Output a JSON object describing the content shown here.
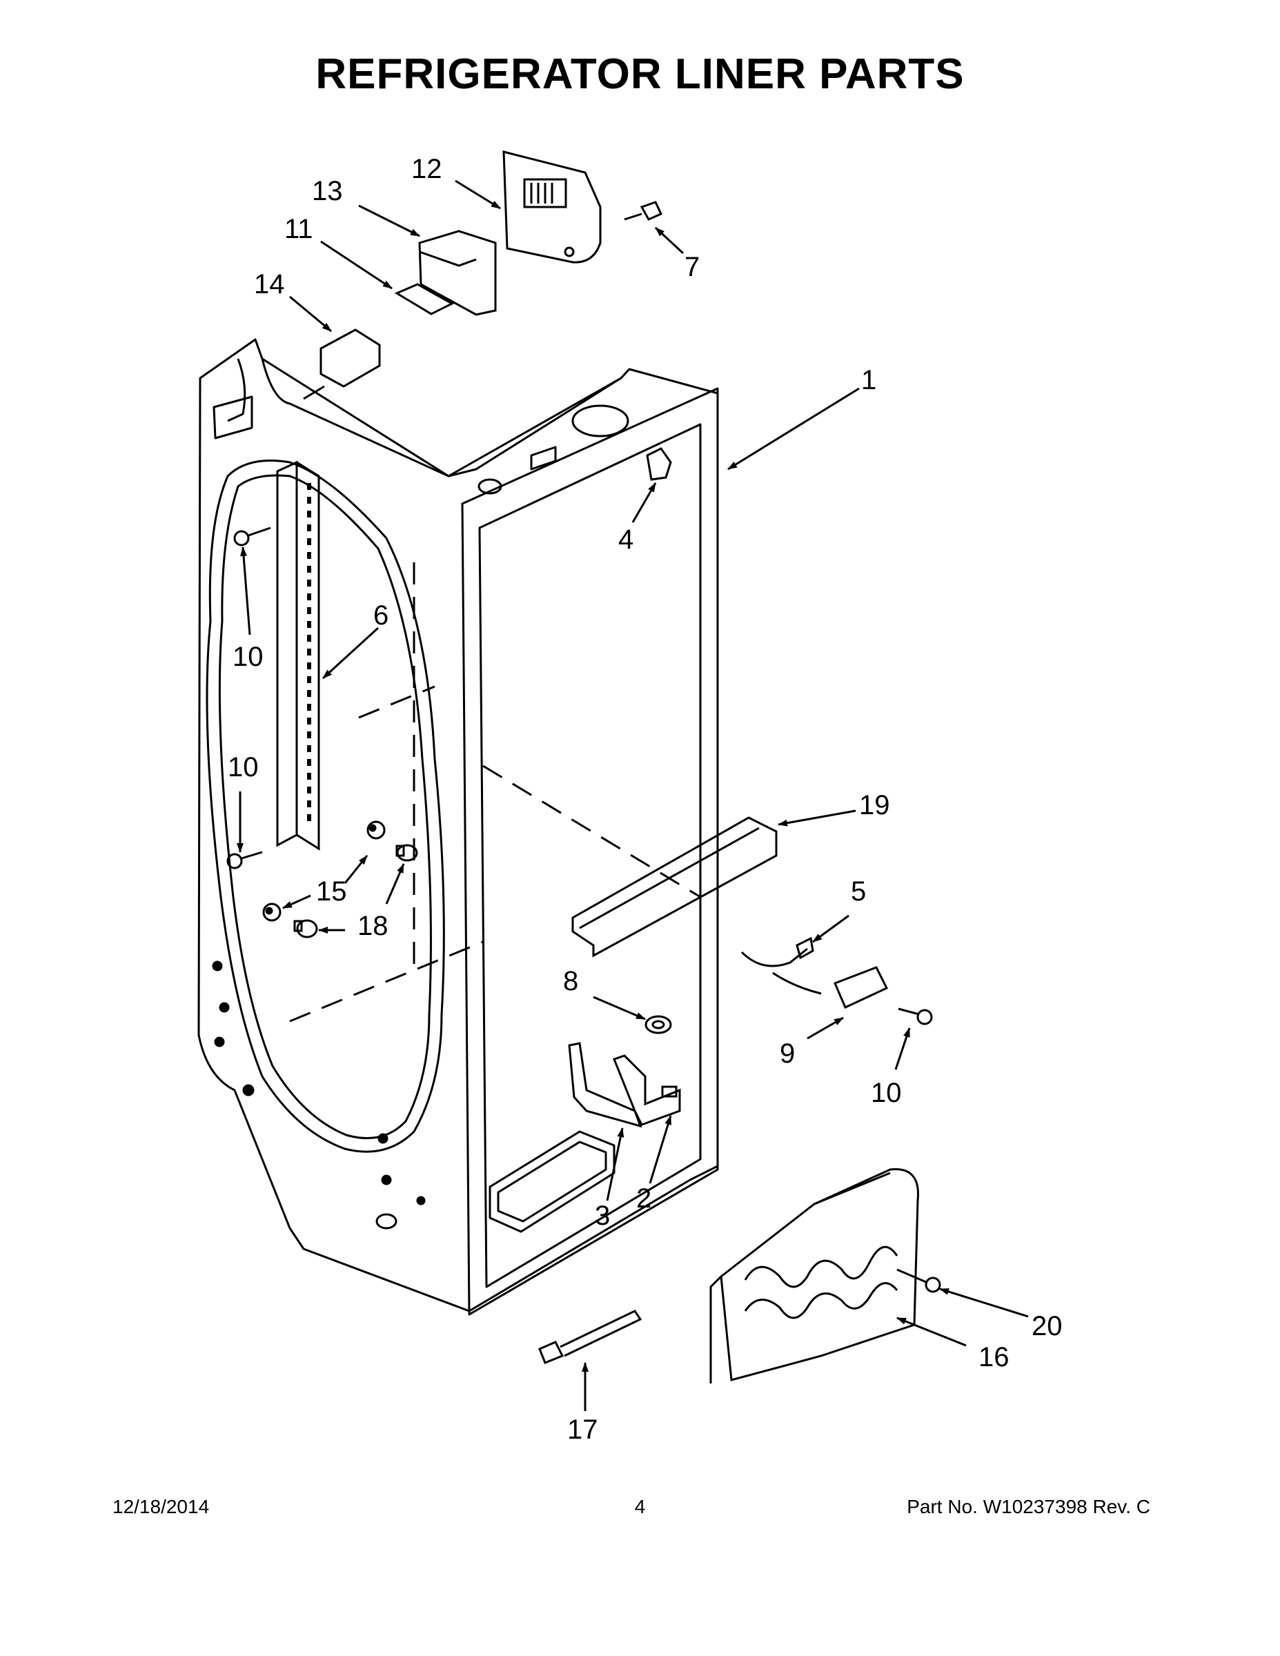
{
  "title": "REFRIGERATOR LINER PARTS",
  "callouts": {
    "c1": "1",
    "c2": "2",
    "c3": "3",
    "c4": "4",
    "c5": "5",
    "c6": "6",
    "c7": "7",
    "c8": "8",
    "c9": "9",
    "c10a": "10",
    "c10b": "10",
    "c10c": "10",
    "c11": "11",
    "c12": "12",
    "c13": "13",
    "c14": "14",
    "c15": "15",
    "c16": "16",
    "c17": "17",
    "c18": "18",
    "c19": "19",
    "c20": "20"
  },
  "footer": {
    "date": "12/18/2014",
    "page": "4",
    "part": "Part No.  W10237398  Rev.  C"
  }
}
